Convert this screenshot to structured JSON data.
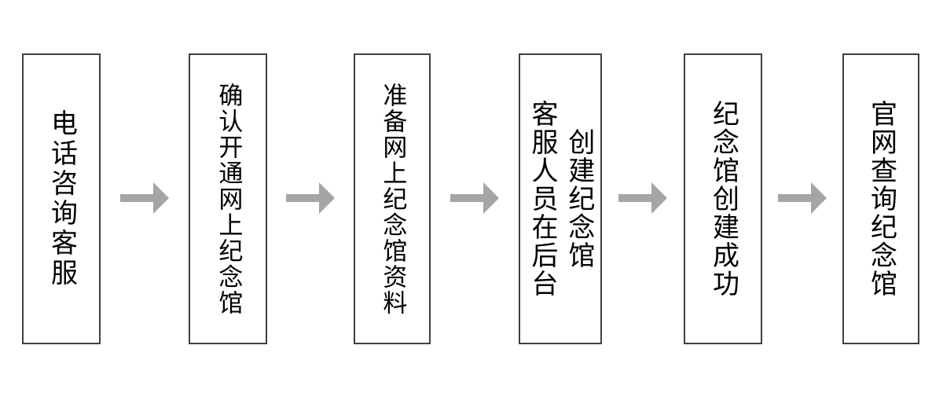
{
  "flowchart": {
    "title": "memorial-hall-creation-process",
    "direction": "left-to-right",
    "steps": [
      {
        "id": 1,
        "label": "电话咨询客服"
      },
      {
        "id": 2,
        "label": "确认开通网上纪念馆"
      },
      {
        "id": 3,
        "label": "准备网上纪念馆资料"
      },
      {
        "id": 4,
        "label": "客服人员在后台\n创建纪念馆"
      },
      {
        "id": 5,
        "label": "纪念馆创建成功"
      },
      {
        "id": 6,
        "label": "官网查询纪念馆"
      }
    ],
    "connector": "right-arrow",
    "colors": {
      "background": "#ffffff",
      "box_fill": "#ffffff",
      "box_border": "#404040",
      "text": "#000000",
      "arrow": "#a5a5a5"
    }
  }
}
